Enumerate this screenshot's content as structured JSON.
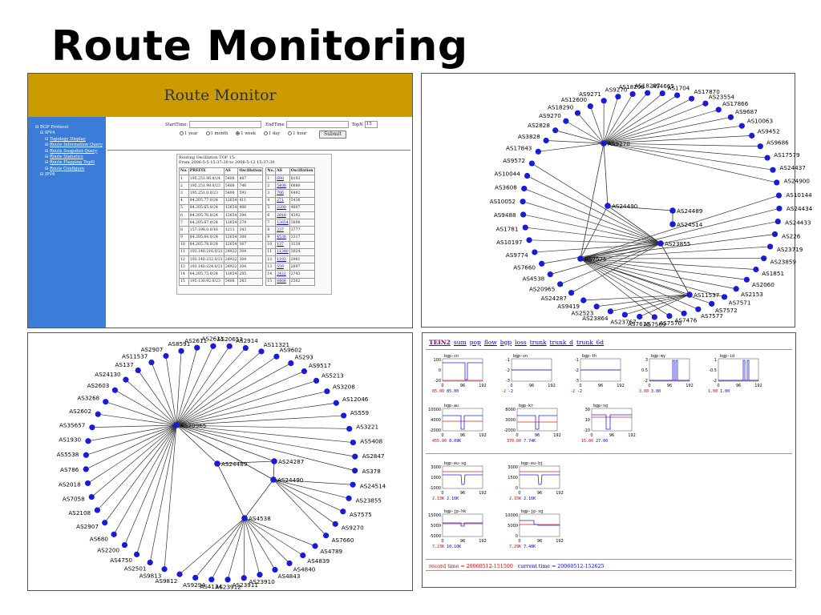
{
  "slide": {
    "title": "Route Monitoring"
  },
  "panel1": {
    "header_title": "Route Monitor",
    "sidebar": [
      {
        "label": "BGP Protocol",
        "depth": 0
      },
      {
        "label": "IPV4",
        "depth": 1
      },
      {
        "label": "Topology Display",
        "depth": 2,
        "link": true
      },
      {
        "label": "Route Information Query",
        "depth": 2,
        "link": true
      },
      {
        "label": "Route Snapshot Query",
        "depth": 2,
        "link": true
      },
      {
        "label": "Route Statistics",
        "depth": 2,
        "link": true
      },
      {
        "label": "Route Flapping TopN",
        "depth": 2,
        "link": true
      },
      {
        "label": "Route Configure",
        "depth": 2,
        "link": true
      },
      {
        "label": "IPV6",
        "depth": 1
      }
    ],
    "form": {
      "start_label": "StartTime:",
      "end_label": "EndTime",
      "topn_label": "TopN",
      "topn_value": "15",
      "submit_label": "Submit",
      "periods": [
        "1 year",
        "1 month",
        "1 week",
        "1 day",
        "1 hour"
      ],
      "selected_period": "1 week"
    },
    "result": {
      "caption1": "Routing Oscillation TOP 15:",
      "caption2": "From 2006-5-5 15:37:30 to 2006-5-12 15:37:30",
      "left_headers": [
        "No.",
        "PREFIX",
        "AS",
        "Oscillation"
      ],
      "right_headers": [
        "No.",
        "AS",
        "Oscillation"
      ],
      "left_rows": [
        [
          "1",
          "195.251.96.0/24",
          "5408",
          "887"
        ],
        [
          "2",
          "195.251.98.0/23",
          "5408",
          "746"
        ],
        [
          "3",
          "195.251.0.0/23",
          "5408",
          "593"
        ],
        [
          "4",
          "84.205.77.0/24",
          "12654",
          "411"
        ],
        [
          "5",
          "84.205.65.0/24",
          "12654",
          "406"
        ],
        [
          "6",
          "84.205.76.0/24",
          "12654",
          "394"
        ],
        [
          "7",
          "84.205.67.0/24",
          "12654",
          "379"
        ],
        [
          "8",
          "157.198.0.0/16",
          "1213",
          "343"
        ],
        [
          "9",
          "84.205.64.0/24",
          "12654",
          "308"
        ],
        [
          "10",
          "84.205.78.0/24",
          "12654",
          "307"
        ],
        [
          "11",
          "193.140.216.0/21",
          "24922",
          "304"
        ],
        [
          "12",
          "193.140.232.0/21",
          "24922",
          "304"
        ],
        [
          "13",
          "193.140.224.0/21",
          "24922",
          "304"
        ],
        [
          "14",
          "84.205.75.0/24",
          "12654",
          "285"
        ],
        [
          "15",
          "195.130.92.0/23",
          "5408",
          "283"
        ]
      ],
      "right_rows": [
        [
          "1",
          "680",
          "8193"
        ],
        [
          "2",
          "5408",
          "6880"
        ],
        [
          "3",
          "786",
          "6492"
        ],
        [
          "4",
          "271",
          "5436"
        ],
        [
          "5",
          "2200",
          "4807"
        ],
        [
          "6",
          "2018",
          "4392"
        ],
        [
          "7",
          "12654",
          "3898"
        ],
        [
          "8",
          "237",
          "3777"
        ],
        [
          "9",
          "4538",
          "3317"
        ],
        [
          "10",
          "137",
          "3139"
        ],
        [
          "11",
          "11340",
          "3024"
        ],
        [
          "12",
          "1103",
          "2981"
        ],
        [
          "13",
          "559",
          "2897"
        ],
        [
          "14",
          "2422",
          "2743"
        ],
        [
          "15",
          "8466",
          "2502"
        ]
      ]
    }
  },
  "panel2": {
    "hubs": [
      {
        "label": "AS9270"
      },
      {
        "label": "AS24490"
      },
      {
        "label": "AS7575"
      },
      {
        "label": "AS23855"
      },
      {
        "label": "AS24489"
      },
      {
        "label": "AS24514"
      },
      {
        "label": "AS11537"
      }
    ],
    "ring": [
      "AS9270",
      "AS18298",
      "AS18297",
      "AS4665",
      "AS1704",
      "AS17870",
      "AS23554",
      "AS17866",
      "AS9687",
      "AS10063",
      "AS9452",
      "AS9686",
      "AS17579",
      "AS24437",
      "AS24900",
      "AS10144",
      "AS24434",
      "AS24433",
      "AS226",
      "AS23719",
      "AS23859",
      "AS1851",
      "AS2060",
      "AS2153",
      "AS7571",
      "AS7572",
      "AS7577",
      "AS7476",
      "AS7570",
      "AS7569",
      "AS7610",
      "AS23767",
      "AS23864",
      "AS2523",
      "AS9419",
      "AS24287",
      "AS20965",
      "AS4538",
      "AS7660",
      "AS9774",
      "AS10197",
      "AS1781",
      "AS9488",
      "AS10052",
      "AS3608",
      "AS10044",
      "AS9572",
      "AS17843",
      "AS3828",
      "AS2828",
      "AS9270",
      "AS18290",
      "AS12600",
      "AS9271"
    ]
  },
  "panel3": {
    "hubs": [
      {
        "label": "AS20965"
      },
      {
        "label": "AS24489"
      },
      {
        "label": "AS24287"
      },
      {
        "label": "AS24490"
      },
      {
        "label": "AS4538"
      }
    ],
    "ring": [
      "AS293",
      "AS9517",
      "AS5213",
      "AS3208",
      "AS12046",
      "AS559",
      "AS3221",
      "AS5408",
      "AS2847",
      "AS378",
      "AS24514",
      "AS23855",
      "AS7575",
      "AS9270",
      "AS7660",
      "AS4789",
      "AS4839",
      "AS4840",
      "AS4843",
      "AS23910",
      "AS23911",
      "AS23912",
      "AS4134",
      "AS9294",
      "AS9812",
      "AS9813",
      "AS2501",
      "AS4750",
      "AS2200",
      "AS680",
      "AS2907",
      "AS2108",
      "AS7058",
      "AS2018",
      "AS786",
      "AS5538",
      "AS1930",
      "AS35657",
      "AS2602",
      "AS3268",
      "AS2603",
      "AS24130",
      "AS137",
      "AS11537",
      "AS2907",
      "AS8591",
      "AS2611",
      "AS2611",
      "AS20653",
      "AS2914",
      "AS11321",
      "AS9602"
    ]
  },
  "panel4": {
    "nav": [
      "TEIN2",
      "sum",
      "pop",
      "flow",
      "bgp",
      "loss",
      "trunk",
      "trunk_d",
      "trunk_6d"
    ],
    "charts_row1": [
      {
        "name": "bgp-cn",
        "yticks": [
          "100",
          "0",
          "-20"
        ],
        "v1": "85.00",
        "v2": "85.00"
      },
      {
        "name": "bgp-vn",
        "yticks": [
          "-1",
          "-2",
          "-3"
        ],
        "v1": "-2",
        "v2": "-2"
      },
      {
        "name": "bgp-th",
        "yticks": [
          "-1",
          "-2",
          "-3"
        ],
        "v1": "-2",
        "v2": "-2"
      },
      {
        "name": "bgp-my",
        "yticks": [
          "3",
          "0.5",
          "-2"
        ],
        "v1": "3.00",
        "v2": "3.00"
      },
      {
        "name": "bgp-id",
        "yticks": [
          "1",
          "-0.5",
          "-2"
        ],
        "v1": "1.00",
        "v2": "1.00"
      }
    ],
    "charts_row2": [
      {
        "name": "bgp-au",
        "yticks": [
          "10000",
          "4000",
          "-2000"
        ],
        "v1": "455.00",
        "v2": "8.09K"
      },
      {
        "name": "bgp-kr",
        "yticks": [
          "8000",
          "3000",
          "-2000"
        ],
        "v1": "370.00",
        "v2": "7.74K"
      },
      {
        "name": "bgp-sg",
        "yticks": [
          "30",
          "10",
          "-10"
        ],
        "v1": "15.00",
        "v2": "27.00"
      }
    ],
    "charts_row3": [
      {
        "name": "bgp-eu-sg",
        "yticks": [
          "3000",
          "1000",
          "-1000"
        ],
        "v1": "2.13K",
        "v2": "2.16K"
      },
      {
        "name": "bgp-eu-bj",
        "yticks": [
          "3000",
          "1500",
          "0"
        ],
        "v1": "2.15K",
        "v2": "2.16K"
      }
    ],
    "charts_row4": [
      {
        "name": "bgp-jp-hk",
        "yticks": [
          "15000",
          "5000",
          "-5000"
        ],
        "v1": "7.23K",
        "v2": "10.10K"
      },
      {
        "name": "bgp-jp-sg",
        "yticks": [
          "10000",
          "5000",
          "0"
        ],
        "v1": "7.29K",
        "v2": "7.48K"
      }
    ],
    "xticks": [
      "0",
      "96",
      "192"
    ],
    "footer": {
      "record_label": "record time = 20060512-151500",
      "current_label": "current time = 20060512-152625"
    }
  }
}
